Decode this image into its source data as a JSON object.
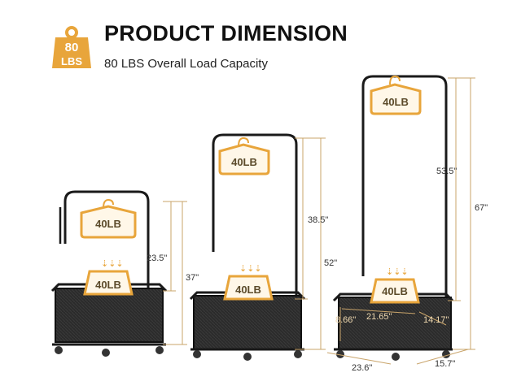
{
  "header": {
    "badge_top": "80",
    "badge_bottom": "LBS",
    "title": "PRODUCT DIMENSION",
    "subtitle": "80 LBS Overall Load Capacity"
  },
  "racks": [
    {
      "hanger_load": "40LB",
      "basket_load": "40LB",
      "inner_height": "23.5\"",
      "total_height": "37\""
    },
    {
      "hanger_load": "40LB",
      "basket_load": "40LB",
      "inner_height": "38.5\"",
      "total_height": "52\""
    },
    {
      "hanger_load": "40LB",
      "basket_load": "40LB",
      "inner_height": "53.5\"",
      "total_height": "67\"",
      "basket_height": "8.66\"",
      "basket_width": "21.65\"",
      "basket_depth": "14.17\"",
      "base_width": "23.6\"",
      "base_depth": "15.7\""
    }
  ],
  "colors": {
    "accent": "#e8a53b",
    "frame": "#1a1a1a",
    "basket": "#2b2b2b",
    "dimension_line": "#c9a46a"
  }
}
